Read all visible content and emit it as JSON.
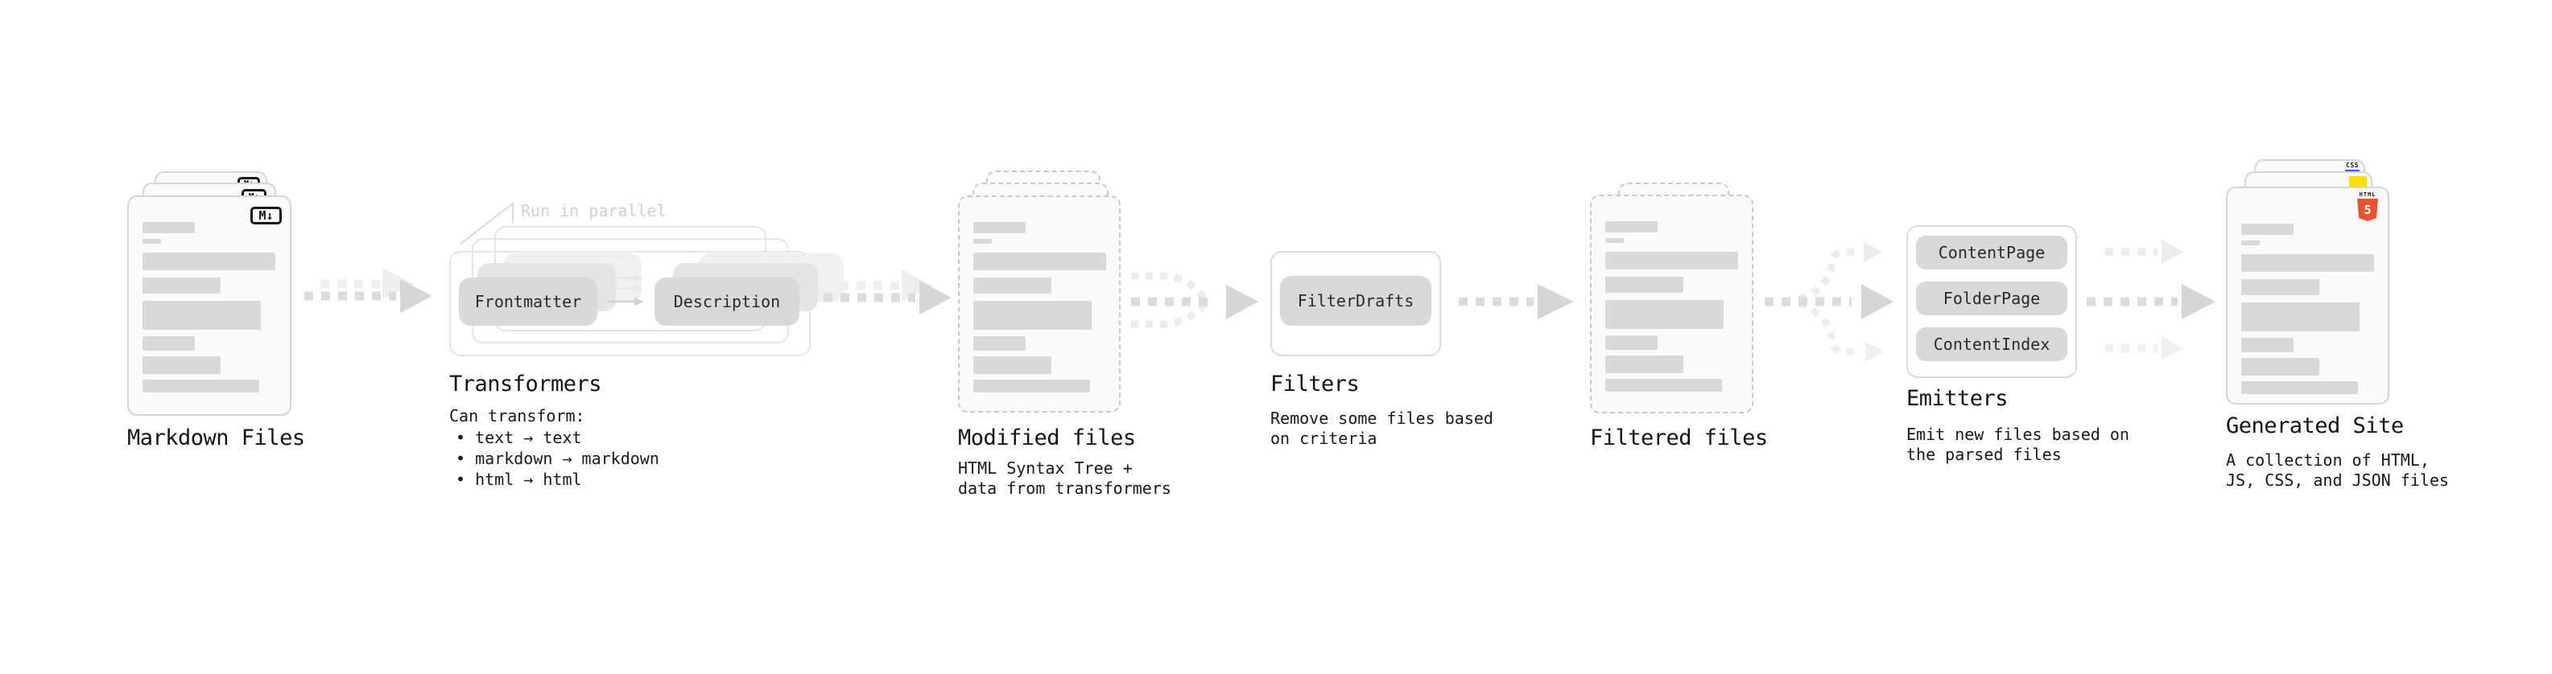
{
  "diagram": {
    "markdown_files": {
      "title": "Markdown Files"
    },
    "transformers": {
      "title": "Transformers",
      "annotation": "Run in parallel",
      "step_a": "Frontmatter",
      "step_b": "Description",
      "desc_heading": "Can transform:",
      "bullets": [
        "text → text",
        "markdown → markdown",
        "html → html"
      ]
    },
    "modified_files": {
      "title": "Modified files",
      "desc_line1": "HTML Syntax Tree +",
      "desc_line2": "data from transformers"
    },
    "filters": {
      "title": "Filters",
      "filter_name": "FilterDrafts",
      "desc_line1": "Remove some files based",
      "desc_line2": "on criteria"
    },
    "filtered_files": {
      "title": "Filtered files"
    },
    "emitters": {
      "title": "Emitters",
      "emitter_names": [
        "ContentPage",
        "FolderPage",
        "ContentIndex"
      ],
      "desc_line1": "Emit new files based on",
      "desc_line2": "the parsed files"
    },
    "generated_site": {
      "title": "Generated Site",
      "desc_line1": "A collection of HTML,",
      "desc_line2": "JS, CSS, and JSON files"
    }
  },
  "icons": {
    "markdown_badge": "M↓",
    "html5_wordmark": "HTML",
    "html5_digit": "5",
    "css_wordmark": "CSS"
  },
  "colors": {
    "html5_orange": "#e8542f",
    "js_yellow": "#ffdf00",
    "css_blue": "#2d63ee",
    "bar_gray": "#d9d9d9",
    "arrow_gray": "#dcdcdc",
    "ghost_gray": "#efefef"
  },
  "file_card_bars": [
    [
      65,
      14,
      0
    ],
    [
      23,
      6,
      7
    ],
    [
      165,
      22,
      11
    ],
    [
      97,
      20,
      9
    ],
    [
      147,
      36,
      9
    ],
    [
      65,
      18,
      8
    ],
    [
      97,
      22,
      7
    ],
    [
      145,
      16,
      7
    ]
  ]
}
